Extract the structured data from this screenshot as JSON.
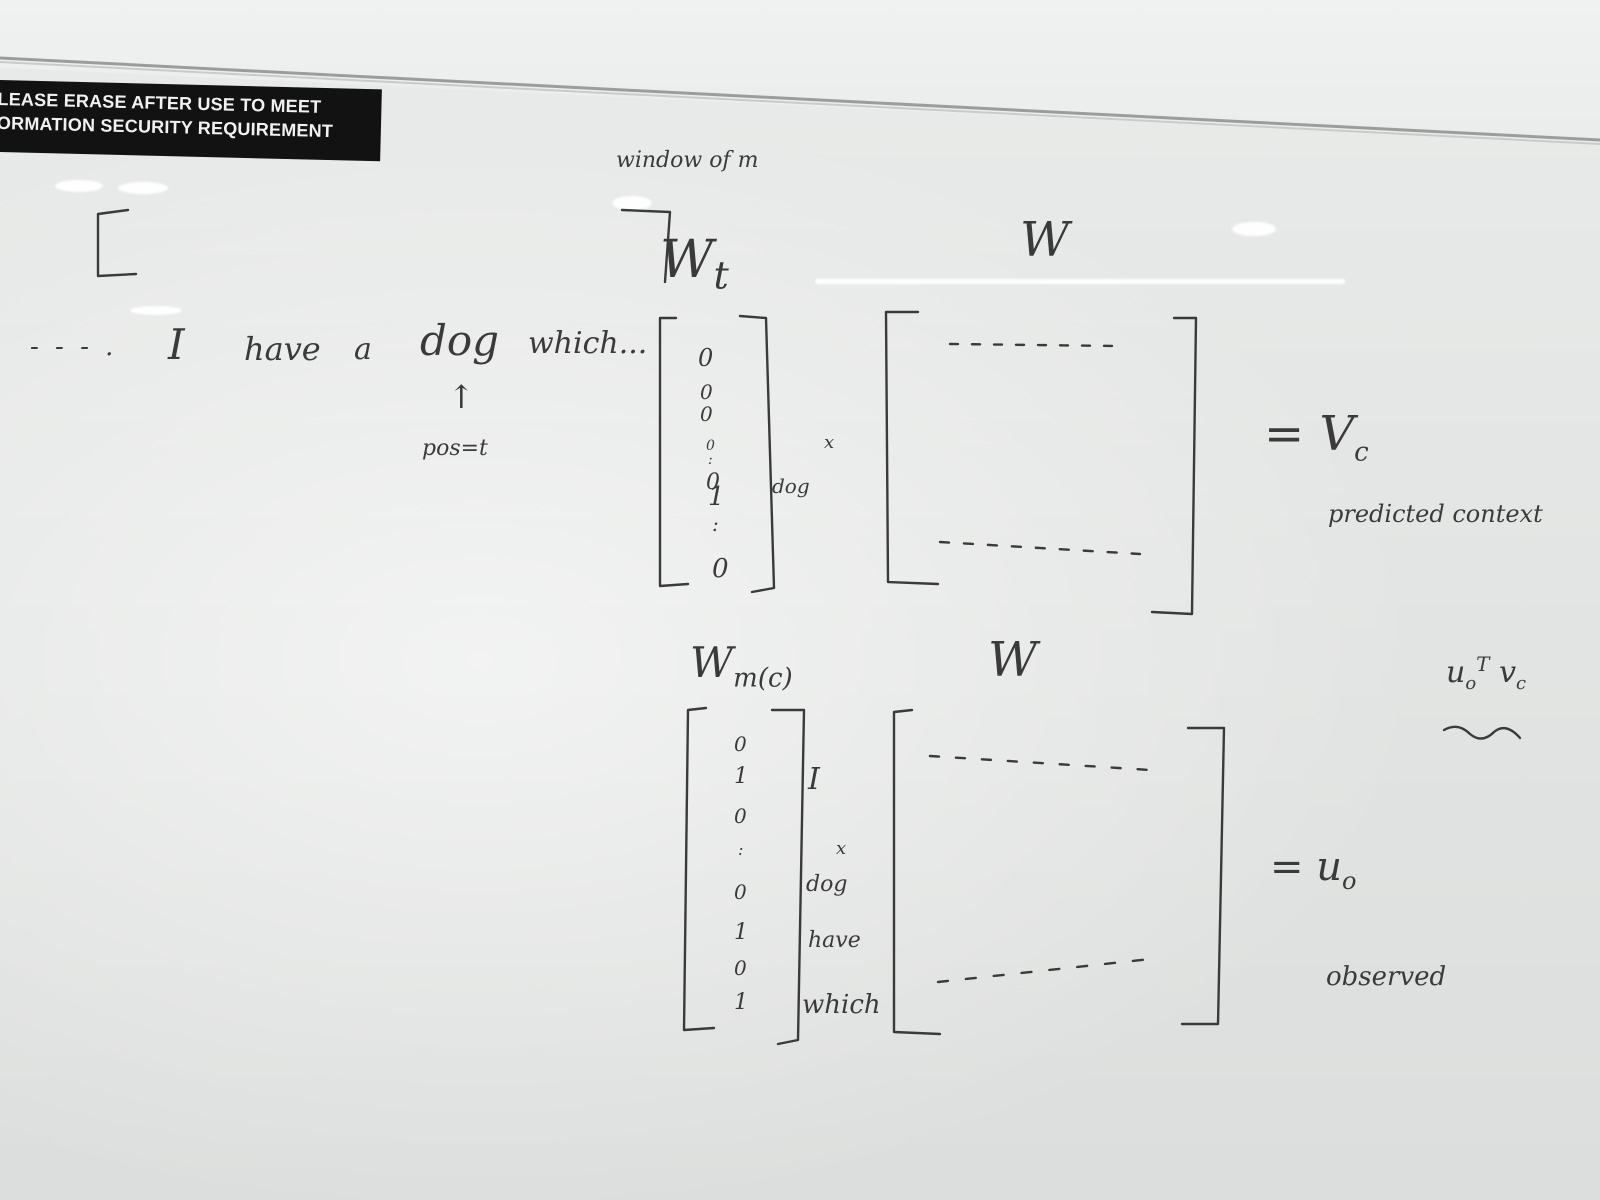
{
  "sign": {
    "line1": "LEASE ERASE AFTER USE TO MEET",
    "line2": "ORMATION SECURITY REQUIREMENT"
  },
  "whiteboard": {
    "window_label": "window of m",
    "wt_label": "W",
    "wt_subscript": "t",
    "w_top_label": "W",
    "sentence": {
      "dashes": "- - - .",
      "words": [
        "I",
        "have",
        "a",
        "dog",
        "which..."
      ]
    },
    "pointer": {
      "arrow": "↑",
      "label": "pos=t"
    },
    "center_vector": {
      "entries": [
        "0",
        "0",
        "0",
        "0",
        ":",
        "0",
        "1",
        ":",
        "0"
      ],
      "row_label": "dog"
    },
    "times_top": "x",
    "top_result": "= V",
    "top_result_sub": "c",
    "top_result_label": "predicted context",
    "wmc_label": "W",
    "wmc_subscript": "m(c)",
    "w_bottom_label": "W",
    "context_vector": {
      "entries": [
        "0",
        "1",
        "0",
        ":",
        "0",
        "1",
        "0",
        "1"
      ],
      "row_labels": [
        "I",
        "dog",
        "have",
        "which"
      ]
    },
    "times_bottom": "x",
    "bottom_result": "= u",
    "bottom_result_sub": "o",
    "bottom_result_label": "observed",
    "dot_product": {
      "base": "u",
      "sub": "o",
      "sup": "T",
      "second": "v",
      "second_sub": "c"
    }
  },
  "colors": {
    "ink": "#3a3a3a",
    "board": "#e4e6e5",
    "sign": "#121212",
    "sign_text": "#f1f1f1"
  }
}
